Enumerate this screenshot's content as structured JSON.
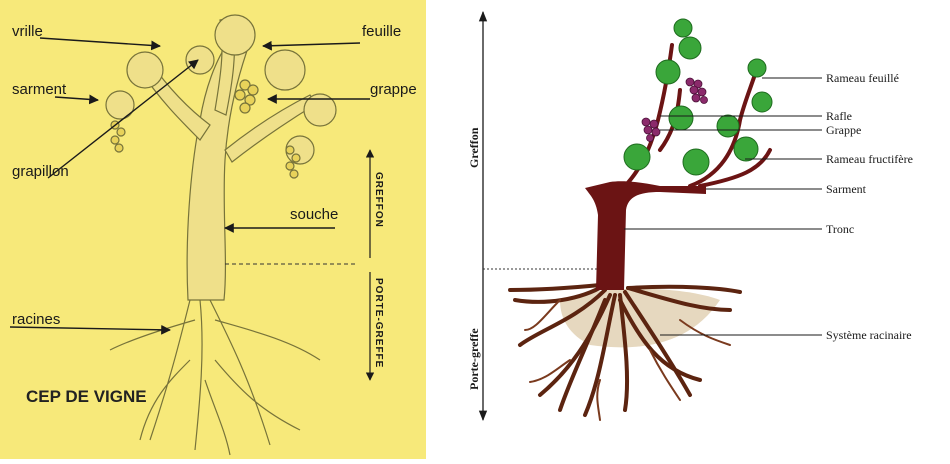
{
  "left_panel": {
    "title": "CEP DE VIGNE",
    "labels": {
      "vrille": "vrille",
      "sarment": "sarment",
      "grapillon": "grapillon",
      "feuille": "feuille",
      "grappe": "grappe",
      "souche": "souche",
      "racines": "racines"
    },
    "zone_labels": {
      "greffon": "GREFFON",
      "porte_greffe": "PORTE-GREFFE"
    },
    "colors": {
      "background": "#f7e97a",
      "plant": "#e9d86a",
      "line": "#6b6a2a"
    }
  },
  "right_panel": {
    "zone_labels": {
      "greffon": "Greffon",
      "porte_greffe": "Porte-greffe"
    },
    "labels": {
      "rameau_feuille": "Rameau feuillé",
      "rafle": "Rafle",
      "grappe": "Grappe",
      "rameau_fructifere": "Rameau fructifère",
      "sarment": "Sarment",
      "tronc": "Tronc",
      "systeme_racinaire": "Système racinaire"
    },
    "colors": {
      "trunk": "#6b1414",
      "leaf": "#3aa63a",
      "grape": "#8b2a6b",
      "soil": "#e6d8bf"
    }
  }
}
